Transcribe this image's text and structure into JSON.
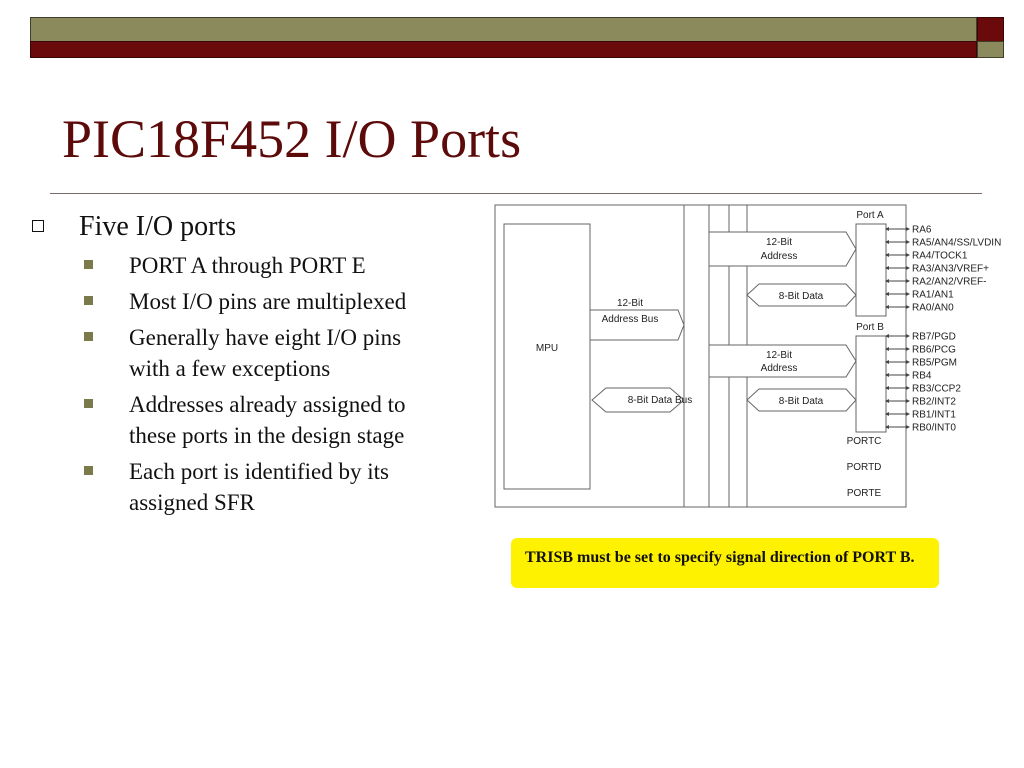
{
  "slide": {
    "title": "PIC18F452 I/O Ports",
    "bullets": {
      "main": "Five I/O ports",
      "sub": [
        "PORT A through PORT E",
        "Most I/O pins are multiplexed",
        "Generally have eight I/O pins\nwith a few exceptions",
        "Addresses already assigned to\nthese ports in the design stage",
        "Each port is identified by its\nassigned SFR"
      ]
    },
    "note": "TRISB must be set to specify signal direction of PORT B.",
    "accent_colors": {
      "title": "#5c0a0a",
      "olive": "#8a8a5c",
      "maroon": "#6b0a0a",
      "note_bg": "#fff200"
    }
  },
  "diagram": {
    "mpu_label": "MPU",
    "address_bus_label_1": "12-Bit",
    "address_bus_label_2": "Address Bus",
    "data_bus_label": "8-Bit Data Bus",
    "addr_label_1": "12-Bit",
    "addr_label_2": "Address",
    "data_label": "8-Bit Data",
    "port_a_label": "Port A",
    "port_b_label": "Port B",
    "port_a_pins": [
      "RA6",
      "RA5/AN4/SS/LVDIN",
      "RA4/TOCK1",
      "RA3/AN3/VREF+",
      "RA2/AN2/VREF-",
      "RA1/AN1",
      "RA0/AN0"
    ],
    "port_b_pins": [
      "RB7/PGD",
      "RB6/PCG",
      "RB5/PGM",
      "RB4",
      "RB3/CCP2",
      "RB2/INT2",
      "RB1/INT1",
      "RB0/INT0"
    ],
    "other_ports": [
      "PORTC",
      "PORTD",
      "PORTE"
    ]
  }
}
